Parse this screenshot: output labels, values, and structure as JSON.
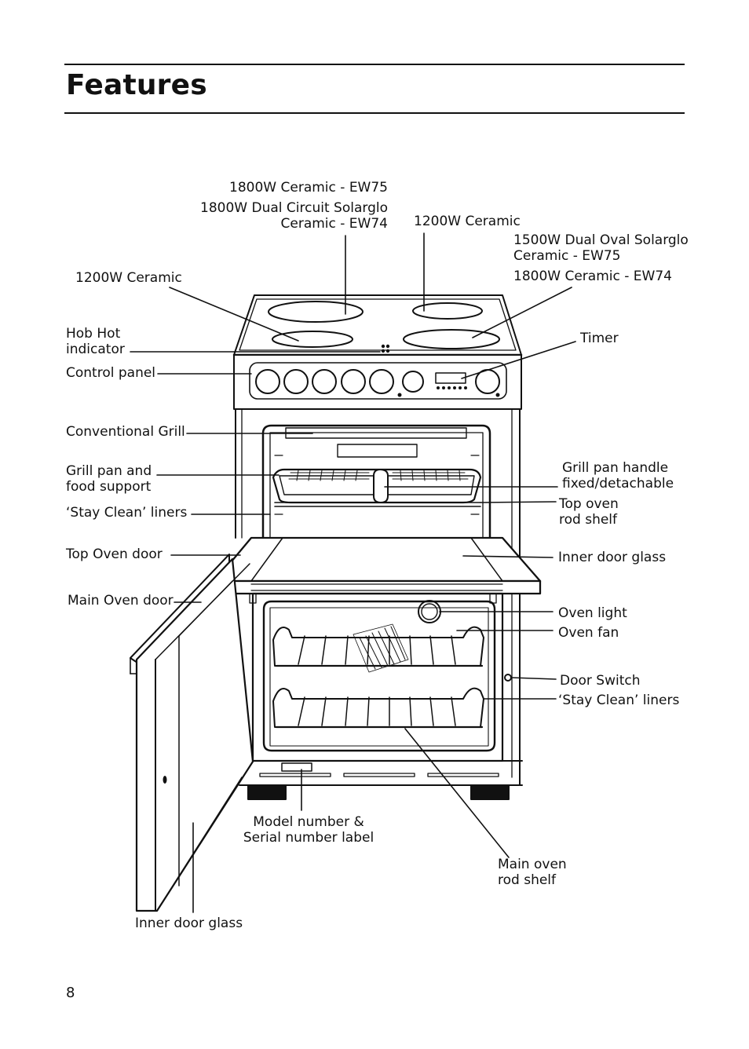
{
  "page": {
    "title": "Features",
    "page_number": "8"
  },
  "labels": {
    "hob_rear_left_line1": "1800W Ceramic - EW75",
    "hob_rear_left_line2": "1800W Dual Circuit Solarglo",
    "hob_rear_left_line3": "Ceramic - EW74",
    "hob_rear_right": "1200W Ceramic",
    "hob_front_right_line1": "1500W Dual Oval Solarglo",
    "hob_front_right_line2": "Ceramic - EW75",
    "hob_front_right_line3": "1800W Ceramic - EW74",
    "hob_front_left": "1200W Ceramic",
    "hob_hot_indicator_line1": "Hob Hot",
    "hob_hot_indicator_line2": "indicator",
    "control_panel": "Control panel",
    "timer": "Timer",
    "conventional_grill": "Conventional Grill",
    "grill_pan_line1": "Grill pan and",
    "grill_pan_line2": "food support",
    "grill_handle_line1": "Grill pan handle",
    "grill_handle_line2": "fixed/detachable",
    "top_shelf_line1": "Top oven",
    "top_shelf_line2": "rod shelf",
    "stay_clean_top": "‘Stay Clean’ liners",
    "top_oven_door": "Top Oven door",
    "inner_door_glass_top": "Inner door glass",
    "main_oven_door": "Main Oven door",
    "oven_light": "Oven light",
    "oven_fan": "Oven fan",
    "door_switch": "Door Switch",
    "stay_clean_main": "‘Stay Clean’ liners",
    "model_line1": "Model number &",
    "model_line2": "Serial number label",
    "main_shelf_line1": "Main oven",
    "main_shelf_line2": "rod shelf",
    "inner_door_glass_bottom": "Inner door glass"
  }
}
